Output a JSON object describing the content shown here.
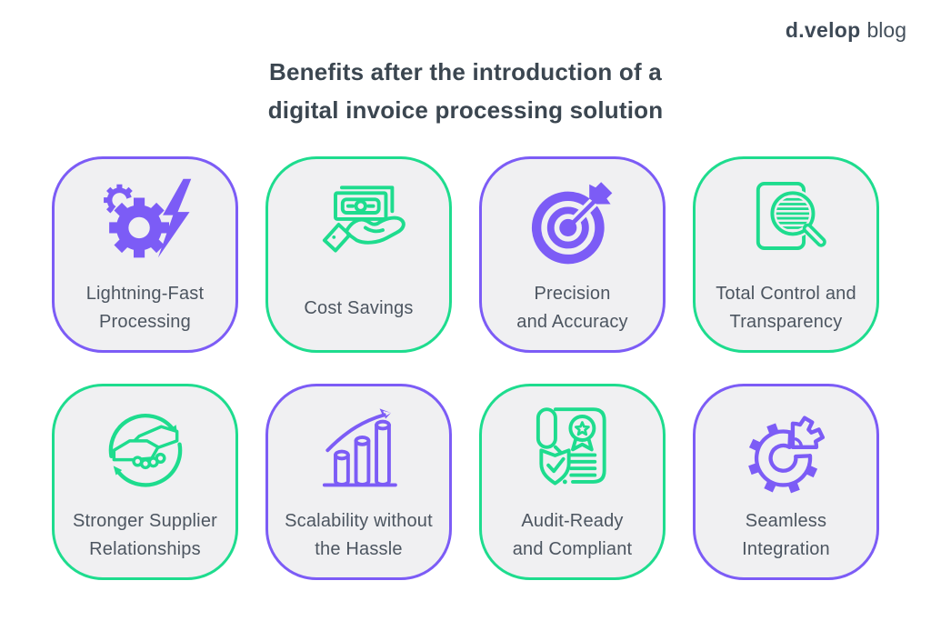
{
  "logo": {
    "brand": "d.velop",
    "suffix": "blog"
  },
  "title": {
    "line1": "Benefits after the introduction of a",
    "line2": "digital invoice processing solution"
  },
  "colors": {
    "purple": "#7C5CF6",
    "green": "#1EDC8E",
    "card_background": "#F0F0F2",
    "label_text": "#4C5560",
    "title_text": "#3B4650",
    "logo_text": "#3D4956",
    "page_background": "#FFFFFF"
  },
  "benefits": [
    {
      "icon": "gears-lightning-icon",
      "accent": "purple",
      "lines": [
        "Lightning-Fast",
        "Processing"
      ]
    },
    {
      "icon": "cash-in-hand-icon",
      "accent": "green",
      "lines": [
        "Cost Savings"
      ]
    },
    {
      "icon": "target-dart-icon",
      "accent": "purple",
      "lines": [
        "Precision",
        "and Accuracy"
      ]
    },
    {
      "icon": "document-magnifier-icon",
      "accent": "green",
      "lines": [
        "Total Control and",
        "Transparency"
      ]
    },
    {
      "icon": "handshake-cycle-icon",
      "accent": "green",
      "lines": [
        "Stronger Supplier",
        "Relationships"
      ]
    },
    {
      "icon": "growth-bars-arrow-icon",
      "accent": "purple",
      "lines": [
        "Scalability without",
        "the Hassle"
      ]
    },
    {
      "icon": "certificate-shield-icon",
      "accent": "green",
      "lines": [
        "Audit-Ready",
        "and Compliant"
      ]
    },
    {
      "icon": "gear-segment-icon",
      "accent": "purple",
      "lines": [
        "Seamless",
        "Integration"
      ]
    }
  ]
}
